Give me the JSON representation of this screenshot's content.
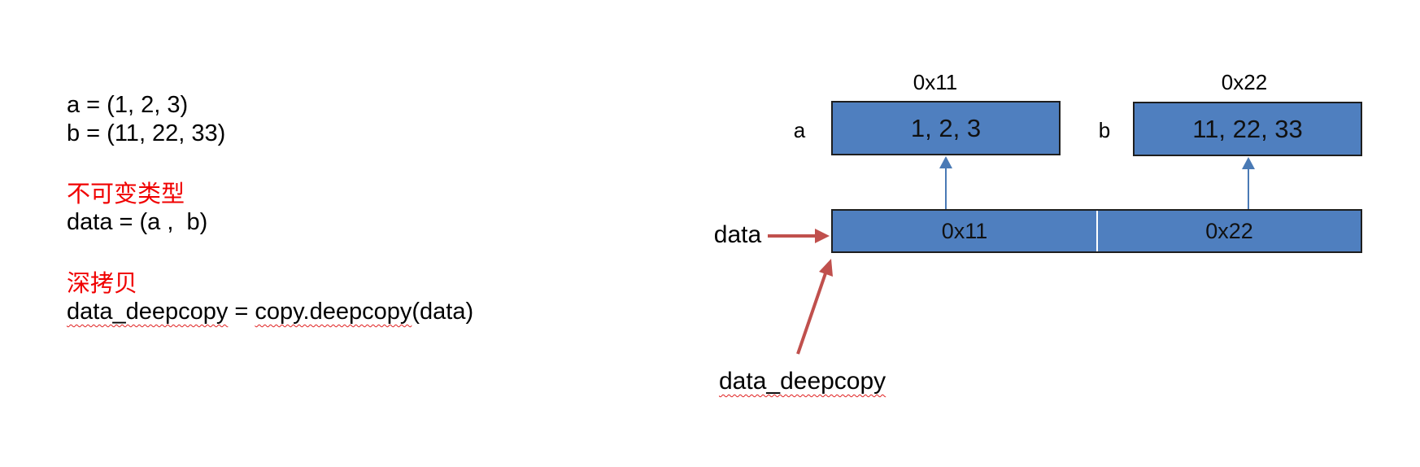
{
  "code": {
    "line_a": "a = (1, 2, 3)",
    "line_b": "b = (11, 22, 33)",
    "heading_immutable": "不可变类型",
    "line_data": "data = (a ,  b)",
    "heading_deepcopy": "深拷贝",
    "deepcopy_var": "data_deepcopy",
    "deepcopy_eq": " = ",
    "deepcopy_func": "copy.deepcopy",
    "deepcopy_arg": "(data)"
  },
  "diagram": {
    "obj_a": {
      "address": "0x11",
      "name": "a",
      "value": "1, 2, 3"
    },
    "obj_b": {
      "address": "0x22",
      "name": "b",
      "value": "11, 22, 33"
    },
    "data_tuple": {
      "name": "data",
      "cells": [
        "0x11",
        "0x22"
      ]
    },
    "deepcopy_label": "data_deepcopy"
  },
  "colors": {
    "box_fill": "#4f7fbf",
    "ref_arrow": "#4a7ab5",
    "pointer_arrow": "#c0504d",
    "heading": "#f00000"
  }
}
